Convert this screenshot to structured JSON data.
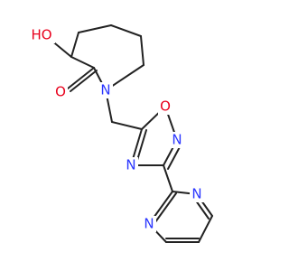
{
  "molecule": {
    "colors": {
      "carbon_bond": "#222222",
      "oxygen": "#e8001c",
      "nitrogen": "#2a36ff",
      "background": "#ffffff"
    },
    "labels": {
      "hydroxyl": "HO",
      "carbonyl_oxygen": "O",
      "azepane_nitrogen": "N",
      "oxadiazole_oxygen": "O",
      "oxadiazole_n2": "N",
      "oxadiazole_n4": "N",
      "pyrimidine_n1": "N",
      "pyrimidine_n3": "N"
    }
  }
}
